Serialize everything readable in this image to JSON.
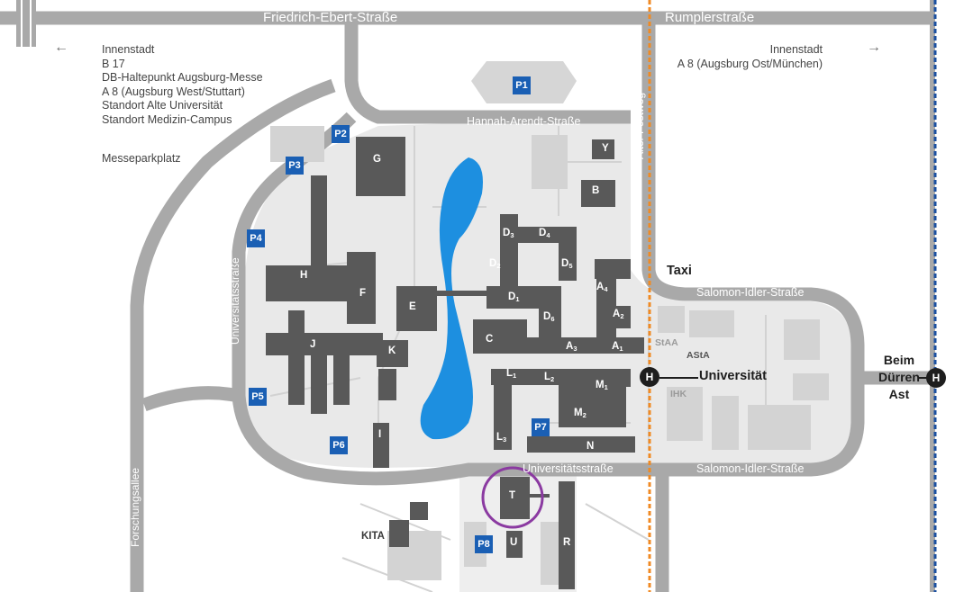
{
  "roads": {
    "friedrich_ebert": "Friedrich-Ebert-Straße",
    "rumpler": "Rumplerstraße",
    "hannah_arendt": "Hannah-Arendt-Straße",
    "alter_postweg": "Alter Postweg",
    "salomon_idler_top": "Salomon-Idler-Straße",
    "salomon_idler_bottom": "Salomon-Idler-Straße",
    "universitaetsstrasse_bottom": "Universitätsstraße",
    "universitaetsstrasse_left": "Universitätsstraße",
    "forschungsallee": "Forschungsallee"
  },
  "directions": {
    "left": {
      "arrow": "←",
      "lines": [
        "Innenstadt",
        "B 17",
        "DB-Haltepunkt Augsburg-Messe",
        "A 8 (Augsburg West/Stuttart)",
        "Standort Alte Universität",
        "Standort Medizin-Campus"
      ]
    },
    "right": {
      "arrow": "→",
      "lines": [
        "Innenstadt",
        "A 8 (Augsburg Ost/München)"
      ]
    },
    "messeparkplatz": "Messeparkplatz"
  },
  "parking": [
    "P1",
    "P2",
    "P3",
    "P4",
    "P5",
    "P6",
    "P7",
    "P8"
  ],
  "buildings": {
    "G": "G",
    "Y": "Y",
    "B": "B",
    "H": "H",
    "F": "F",
    "E": "E",
    "J": "J",
    "K": "K",
    "I": "I",
    "C": "C",
    "T": "T",
    "U": "U",
    "R": "R",
    "N": "N",
    "KITA": "KITA",
    "D3": [
      "D",
      "3"
    ],
    "D4": [
      "D",
      "4"
    ],
    "D2": [
      "D",
      "2"
    ],
    "D5": [
      "D",
      "5"
    ],
    "D1": [
      "D",
      "1"
    ],
    "D6": [
      "D",
      "6"
    ],
    "A4": [
      "A",
      "4"
    ],
    "A2": [
      "A",
      "2"
    ],
    "A3": [
      "A",
      "3"
    ],
    "A1": [
      "A",
      "1"
    ],
    "L1": [
      "L",
      "1"
    ],
    "L2": [
      "L",
      "2"
    ],
    "L3": [
      "L",
      "3"
    ],
    "M1": [
      "M",
      "1"
    ],
    "M2": [
      "M",
      "2"
    ],
    "StAA": "StAA",
    "AStA": "AStA",
    "IHK": "IHK"
  },
  "transit": {
    "stop_symbol": "H",
    "universitaet": "Universität",
    "beim_duerren_ast": [
      "Beim",
      "Dürren",
      "Ast"
    ],
    "taxi": "Taxi"
  },
  "colors": {
    "road": "#a9a9a9",
    "campus": "#e6e6e6",
    "building": "#595959",
    "water": "#1d8fe0",
    "parking": "#1a5fb4",
    "tram_orange": "#f08a24",
    "tram_blue": "#1a4fa0",
    "highlight_circle": "#8b3aa1"
  }
}
